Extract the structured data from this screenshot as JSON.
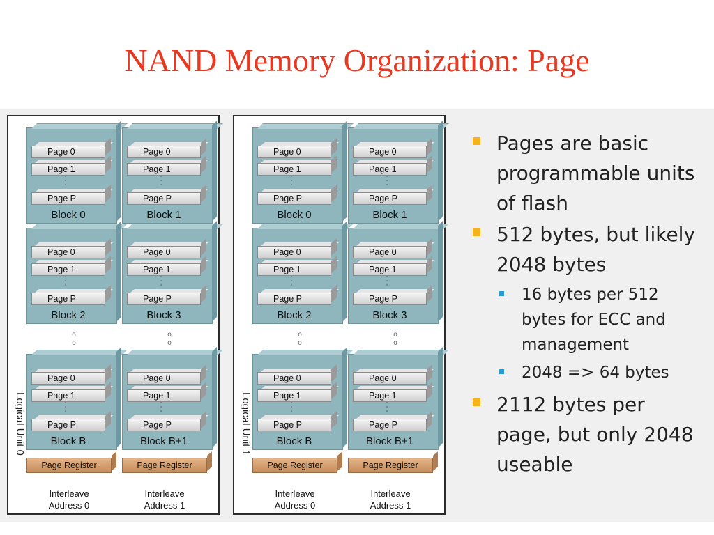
{
  "title": "NAND Memory Organization: Page",
  "logical_units": [
    {
      "label": "Logical Unit 0",
      "columns": [
        {
          "blocks": [
            {
              "label": "Block 0",
              "pages": [
                "Page 0",
                "Page 1",
                "Page P"
              ]
            },
            {
              "label": "Block 2",
              "pages": [
                "Page 0",
                "Page 1",
                "Page P"
              ]
            },
            {
              "label": "Block B",
              "pages": [
                "Page 0",
                "Page 1",
                "Page P"
              ]
            }
          ],
          "register": "Page Register",
          "interleave": [
            "Interleave",
            "Address 0"
          ]
        },
        {
          "blocks": [
            {
              "label": "Block 1",
              "pages": [
                "Page 0",
                "Page 1",
                "Page P"
              ]
            },
            {
              "label": "Block 3",
              "pages": [
                "Page 0",
                "Page 1",
                "Page P"
              ]
            },
            {
              "label": "Block B+1",
              "pages": [
                "Page 0",
                "Page 1",
                "Page P"
              ]
            }
          ],
          "register": "Page Register",
          "interleave": [
            "Interleave",
            "Address 1"
          ]
        }
      ]
    },
    {
      "label": "Logical Unit 1",
      "columns": [
        {
          "blocks": [
            {
              "label": "Block 0",
              "pages": [
                "Page 0",
                "Page 1",
                "Page P"
              ]
            },
            {
              "label": "Block 2",
              "pages": [
                "Page 0",
                "Page 1",
                "Page P"
              ]
            },
            {
              "label": "Block B",
              "pages": [
                "Page 0",
                "Page 1",
                "Page P"
              ]
            }
          ],
          "register": "Page Register",
          "interleave": [
            "Interleave",
            "Address 0"
          ]
        },
        {
          "blocks": [
            {
              "label": "Block 1",
              "pages": [
                "Page 0",
                "Page 1",
                "Page P"
              ]
            },
            {
              "label": "Block 3",
              "pages": [
                "Page 0",
                "Page 1",
                "Page P"
              ]
            },
            {
              "label": "Block B+1",
              "pages": [
                "Page 0",
                "Page 1",
                "Page P"
              ]
            }
          ],
          "register": "Page Register",
          "interleave": [
            "Interleave",
            "Address 1"
          ]
        }
      ]
    }
  ],
  "bullets": [
    {
      "text": "Pages are basic programmable units of flash"
    },
    {
      "text": "512 bytes, but likely 2048 bytes",
      "sub": [
        "16 bytes per 512 bytes for ECC and management",
        "2048 => 64 bytes"
      ]
    },
    {
      "text": "2112 bytes per page, but only 2048 useable"
    }
  ],
  "colors": {
    "title": "#e8381f",
    "block": "#8fb5bd",
    "page_register": "#d9a171",
    "bullet_primary": "#f6b21b",
    "bullet_secondary": "#2b9bd6"
  }
}
